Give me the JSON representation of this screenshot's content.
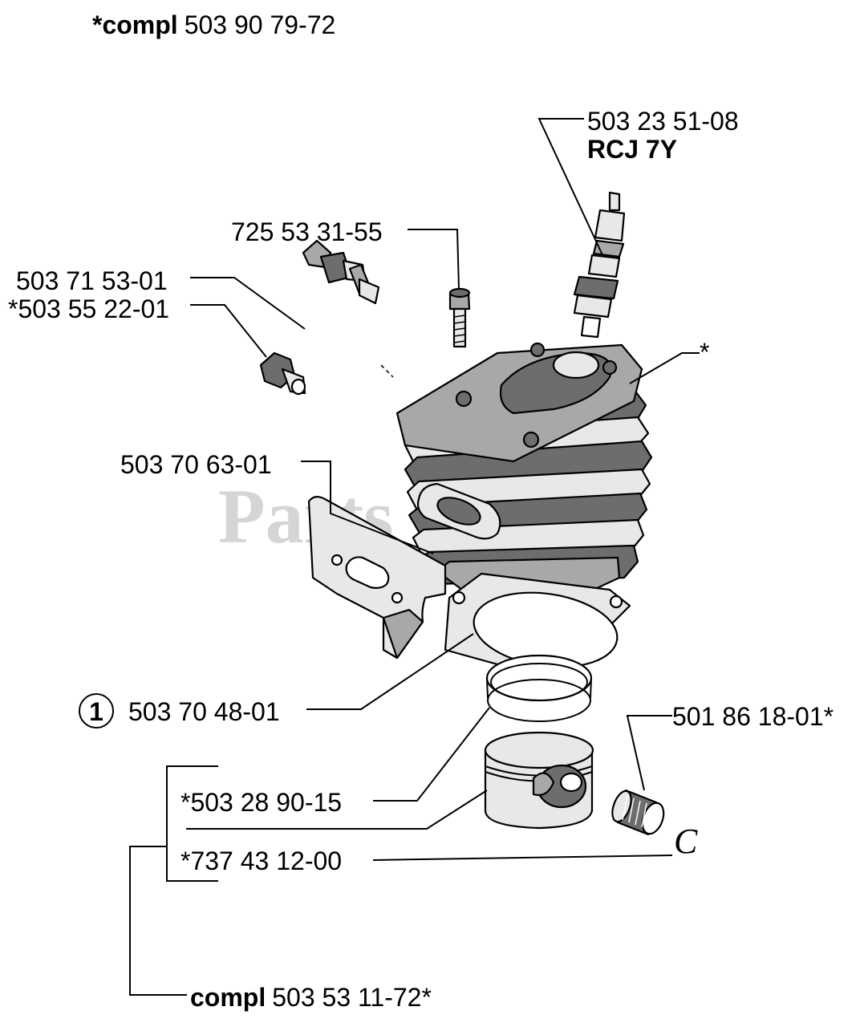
{
  "header": {
    "compl_word": "*compl",
    "compl_number": "503 90 79-72"
  },
  "watermark": "Parts",
  "callouts": {
    "spark_plug_number": "503 23 51-08",
    "spark_plug_type": "RCJ 7Y",
    "screw": "725 53 31-55",
    "decomp_valve": "503 71 53-01",
    "plug_nut": "*503 55 22-01",
    "cylinder": "*",
    "heat_shield": "503 70 63-01",
    "item_number": "1",
    "gasket": "503 70 48-01",
    "needle_bearing": "501 86 18-01*",
    "piston": "*503 28 90-15",
    "circlip": "*737 43 12-00",
    "circlip_glyph": "C"
  },
  "footer": {
    "compl_word": "compl",
    "compl_number": "503 53 11-72*"
  }
}
